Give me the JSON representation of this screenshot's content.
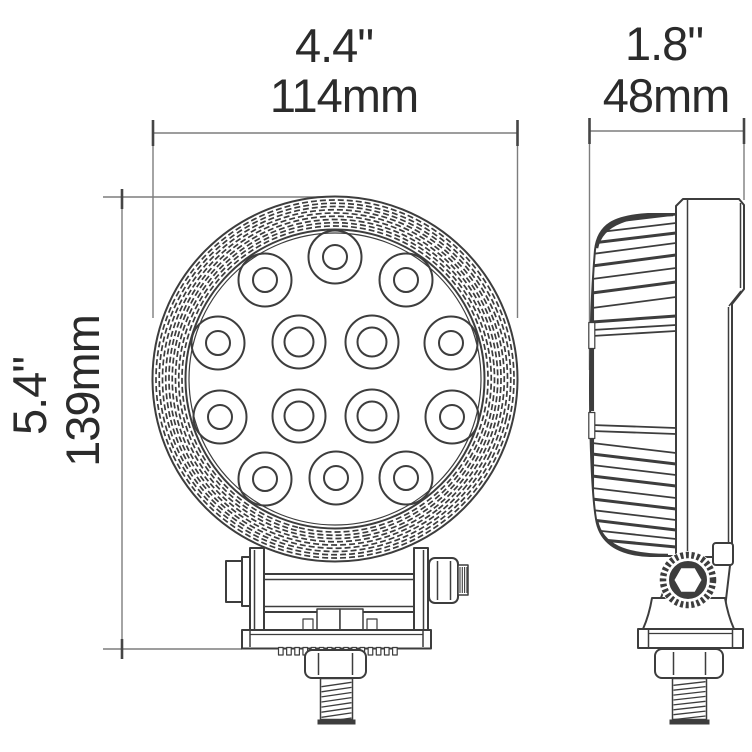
{
  "diagram_type": "product-dimension-drawing",
  "dimensions": {
    "front_width": {
      "inches": "4.4\"",
      "mm": "114mm"
    },
    "front_height": {
      "inches": "5.4\"",
      "mm": "139mm"
    },
    "side_width": {
      "inches": "1.8\"",
      "mm": "48mm"
    }
  },
  "front_view": {
    "led_count": 14
  },
  "colors": {
    "line": "#3d3d3d",
    "dim_line": "#7d7d7d",
    "tick": "#454545",
    "text": "#2b2b2b",
    "background": "#ffffff"
  }
}
